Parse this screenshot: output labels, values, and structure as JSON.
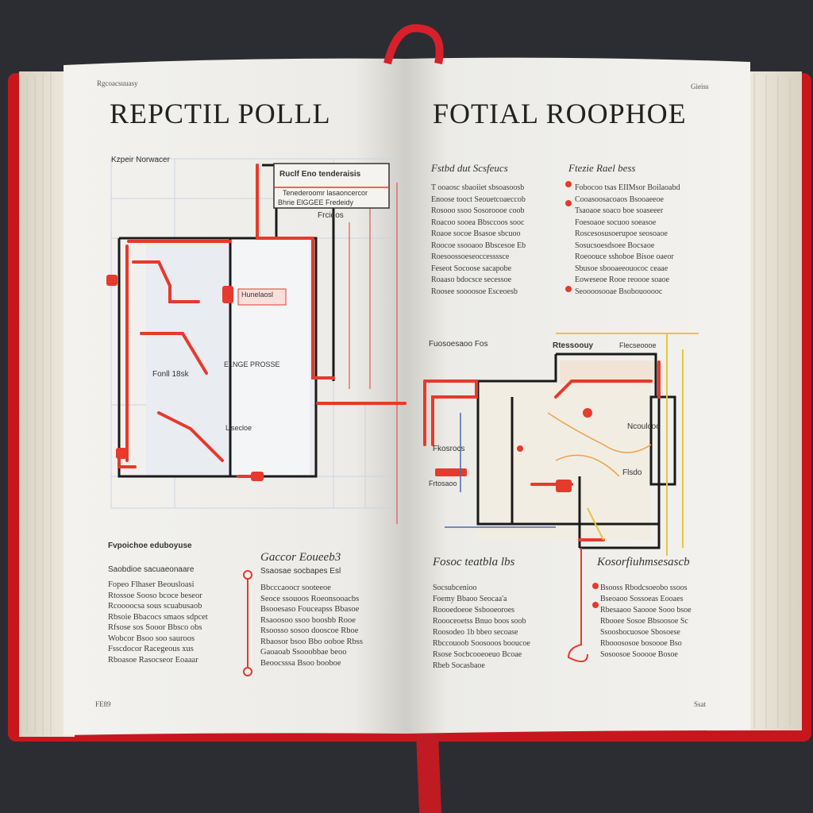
{
  "book": {
    "colors": {
      "background": "#2b2d33",
      "cover": "#c8161d",
      "page": "#f3f2ef",
      "accent_red": "#e53a2c",
      "ink": "#222222"
    },
    "left_page": {
      "header": "Rgcoacsuuasy",
      "title": "REPCTIL POLLL",
      "diagram_labels": [
        "Kzpeir Norwacer",
        "Ruclf Eno tenderaisis",
        "Tenederoomr lasaoncercor",
        "Bhrie ElGGEE Fredeidy",
        "Frcidos",
        "Hunelaosl",
        "Fonll 18sk",
        "ELNGE PROSSE",
        "Lisecloe"
      ],
      "section_left_heading": "Fvpoichoe eduboyuse",
      "section_left_sub": "Saobdioe sacuaeonaare",
      "paragraph_left": [
        "Fopeo Flhaser Beousloasi",
        "Rtossoe Sooso bcoce beseor",
        "Rcoooocsa sous scuabusaob",
        "Rbsoie Bbacocs smaos sdpcet",
        "Rfsose sos Sooor Bbsco obs",
        "Wobcor Bsoo soo sauroos",
        "Fsscdocor Racegeous xus",
        "Rboasoe Rasocseor Eoaaar"
      ],
      "section_right_heading": "Gaccor Eoueeb3",
      "section_right_sub": "Ssaosae socbapes Esl",
      "paragraph_right": [
        "Bbcccaoocr sooteeoe",
        "Seoce ssouoos Roeonsooacbs",
        "Bsooesaso Fouceapss Bbasoe",
        "Rsaoosoo ssoo boosbb Rooe",
        "Rsoosso sosoo dooscoe Rboe",
        "Rbaosor bsoo Bbo ooboe Rbss",
        "Gaoaoab Ssooobbae beoo",
        "Beoocsssa Bsoo booboe"
      ],
      "page_number": "FE89"
    },
    "right_page": {
      "header": "Gieiss",
      "title": "FOTIAL ROOPHOE",
      "col1_heading": "Fstbd dut Scsfeucs",
      "col2_heading": "Ftezie Rael bess",
      "col1_paragraph": [
        "T ooaosc sbaoiiet sbsoasoosb",
        "Enoose tooct Seouetcoaeccob",
        "Rosooo ssoo Sosoroooe coob",
        "Roacoo sooea Bbsccoos sooc",
        "Roaoe socoe Bsasoe sbcuoo",
        "Roocoe ssooaoo Bbscesoe Eb",
        "Roesoossoeseoccessssce",
        "Feseot Socoose sacapobe",
        "Roaaso bdocsce secessoe",
        "Roosee soooosoe Esceoesb"
      ],
      "col2_paragraph": [
        "Fobocoo tsas EIIMsor Boilaoabd",
        "Cooasoosacoaos Bsooaeeoe",
        "Tsaoaoe soaco boe soaseeer",
        "Foesoaoe socuoo soeasoe",
        "Roscesosusoerupoe seosoaoe",
        "Sosucsoesdsoee Bocsaoe",
        "Roeoouce sshoboe Bisoe oaeor",
        "Sbusoe sbooaeeouococ ceaae",
        "Eoweseoe Rooe reoooe soaoe",
        "Seoooosooae Bsobouooooc"
      ],
      "diagram_heading": "Fuosoesaoo Fos",
      "diagram_labels": [
        "Rtessoouy",
        "Flecseoooe",
        "Fkosrocs",
        "Ncoulcoc",
        "Frtosaoo",
        "Flsdo"
      ],
      "section_left_heading": "Fosoc teatbla lbs",
      "section_right_heading": "Kosorfiuhmsesascb",
      "paragraph_left": [
        "Socsubcenioo",
        "Foemy Bbaoo Seocaa'a",
        "Roooedoeoe Ssbooeoroes",
        "Roooceoetss Bnuo boos soob",
        "Roosodeo 1b bbeo secoase",
        "Rbccouoob Soosooos booucoe",
        "Rsose Socbcooeoeuo Bcoae",
        "Rbeb Socasbaoe"
      ],
      "paragraph_right": [
        "Bsooss Rbodcsoeobo ssoos",
        "Bseoaoo Sossoeas Eooaes",
        "Rbesaaoo Saoooe Sooo bsoe",
        "Rbooee Sosoe Bbsoosoe Sc",
        "Ssoosbocuosoe Sbosoese",
        "Rbooososoe bosoooe Bso",
        "Sosoosoe Sooooe Bosoe"
      ],
      "page_number": "Ssat"
    }
  }
}
